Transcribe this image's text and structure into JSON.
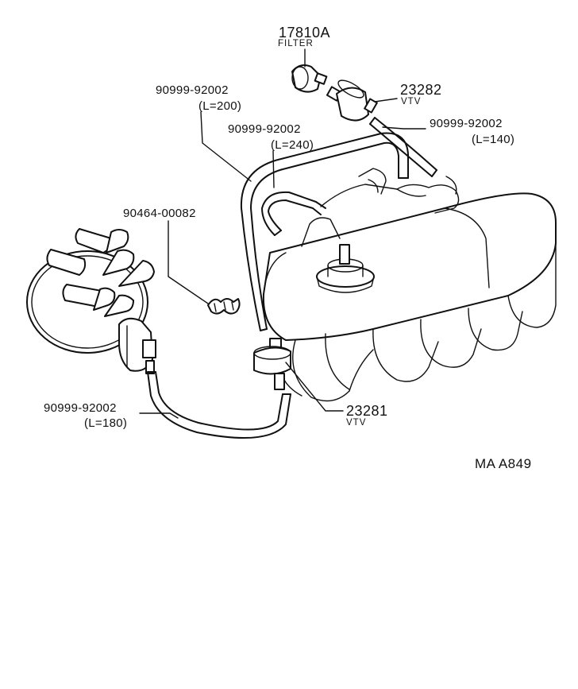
{
  "labels": {
    "filter_part_no": "17810A",
    "filter_name": "FILTER",
    "vtv_upper_part_no": "23282",
    "vtv_upper_name": "VTV",
    "hose_a_part_no": "90999-92002",
    "hose_a_length": "(L=200)",
    "hose_b_part_no": "90999-92002",
    "hose_b_length": "(L=240)",
    "hose_c_part_no": "90999-92002",
    "hose_c_length": "(L=140)",
    "clip_part_no": "90464-00082",
    "hose_d_part_no": "90999-92002",
    "hose_d_length": "(L=180)",
    "vtv_lower_part_no": "23281",
    "vtv_lower_name": "VTV",
    "diagram_code": "MA A849"
  }
}
